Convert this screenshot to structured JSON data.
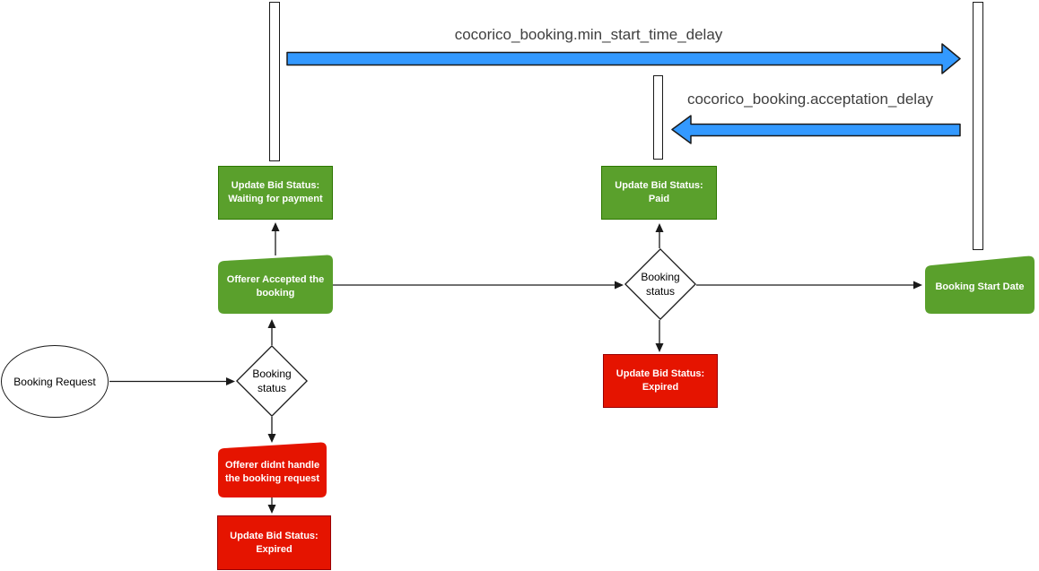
{
  "colors": {
    "green_fill": "#5aa02c",
    "green_stroke": "#2d7600",
    "red_fill": "#e51400",
    "red_stroke": "#990000",
    "blue_fill": "#3399ff",
    "line": "#1a1a1a",
    "label_text": "#3f3f3f"
  },
  "timeline": {
    "min_start_time_delay_label": "cocorico_booking.min_start_time_delay",
    "acceptation_delay_label": "cocorico_booking.acceptation_delay"
  },
  "nodes": {
    "update_waiting": {
      "line1": "Update Bid Status:",
      "line2": "Waiting for payment"
    },
    "offerer_accepted": {
      "line1": "Offerer Accepted the",
      "line2": "booking"
    },
    "update_paid": {
      "line1": "Update Bid Status:",
      "line2": "Paid"
    },
    "update_expired_mid": {
      "line1": "Update Bid Status:",
      "line2": "Expired"
    },
    "offerer_didnt_handle": {
      "line1": "Offerer didnt handle",
      "line2": "the booking request"
    },
    "update_expired_bottom": {
      "line1": "Update Bid Status:",
      "line2": "Expired"
    },
    "booking_start_date": {
      "label": "Booking Start Date"
    },
    "booking_request": {
      "label": "Booking Request"
    },
    "decision_left": {
      "line1": "Booking",
      "line2": "status"
    },
    "decision_mid": {
      "line1": "Booking",
      "line2": "status"
    }
  }
}
